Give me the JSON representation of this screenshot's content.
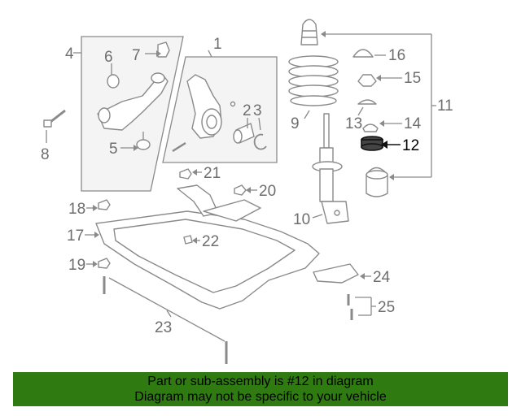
{
  "diagram": {
    "callouts": [
      {
        "id": "1",
        "label": "1"
      },
      {
        "id": "2",
        "label": "2"
      },
      {
        "id": "3",
        "label": "3"
      },
      {
        "id": "4",
        "label": "4"
      },
      {
        "id": "5",
        "label": "5"
      },
      {
        "id": "6",
        "label": "6"
      },
      {
        "id": "7",
        "label": "7"
      },
      {
        "id": "8",
        "label": "8"
      },
      {
        "id": "9",
        "label": "9"
      },
      {
        "id": "10",
        "label": "10"
      },
      {
        "id": "11",
        "label": "11"
      },
      {
        "id": "12",
        "label": "12",
        "highlighted": true
      },
      {
        "id": "13",
        "label": "13"
      },
      {
        "id": "14",
        "label": "14"
      },
      {
        "id": "15",
        "label": "15"
      },
      {
        "id": "16",
        "label": "16"
      },
      {
        "id": "17",
        "label": "17"
      },
      {
        "id": "18",
        "label": "18"
      },
      {
        "id": "19",
        "label": "19"
      },
      {
        "id": "20",
        "label": "20"
      },
      {
        "id": "21",
        "label": "21"
      },
      {
        "id": "22",
        "label": "22"
      },
      {
        "id": "23",
        "label": "23"
      },
      {
        "id": "24",
        "label": "24"
      },
      {
        "id": "25",
        "label": "25"
      }
    ],
    "colors": {
      "line": "#8a8a8a",
      "highlight": "#000000",
      "banner_bg": "#2f7b12"
    }
  },
  "banner": {
    "line1": "Part or sub-assembly is #12 in diagram",
    "line2": "Diagram may not be specific to your vehicle"
  }
}
